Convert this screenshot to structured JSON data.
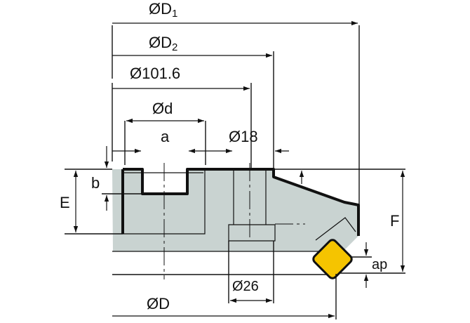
{
  "dimensions": {
    "D1": {
      "symbol": "ØD",
      "subscript": "1"
    },
    "D2": {
      "symbol": "ØD",
      "subscript": "2"
    },
    "d101": "Ø101.6",
    "d": "Ød",
    "a": "a",
    "d18": "Ø18",
    "E": "E",
    "b": "b",
    "F": "F",
    "ap": "ap",
    "d26": "Ø26",
    "D": "ØD"
  },
  "colors": {
    "body_fill": "#c9d3d1",
    "insert_fill": "#f5c400",
    "line": "#111111"
  }
}
